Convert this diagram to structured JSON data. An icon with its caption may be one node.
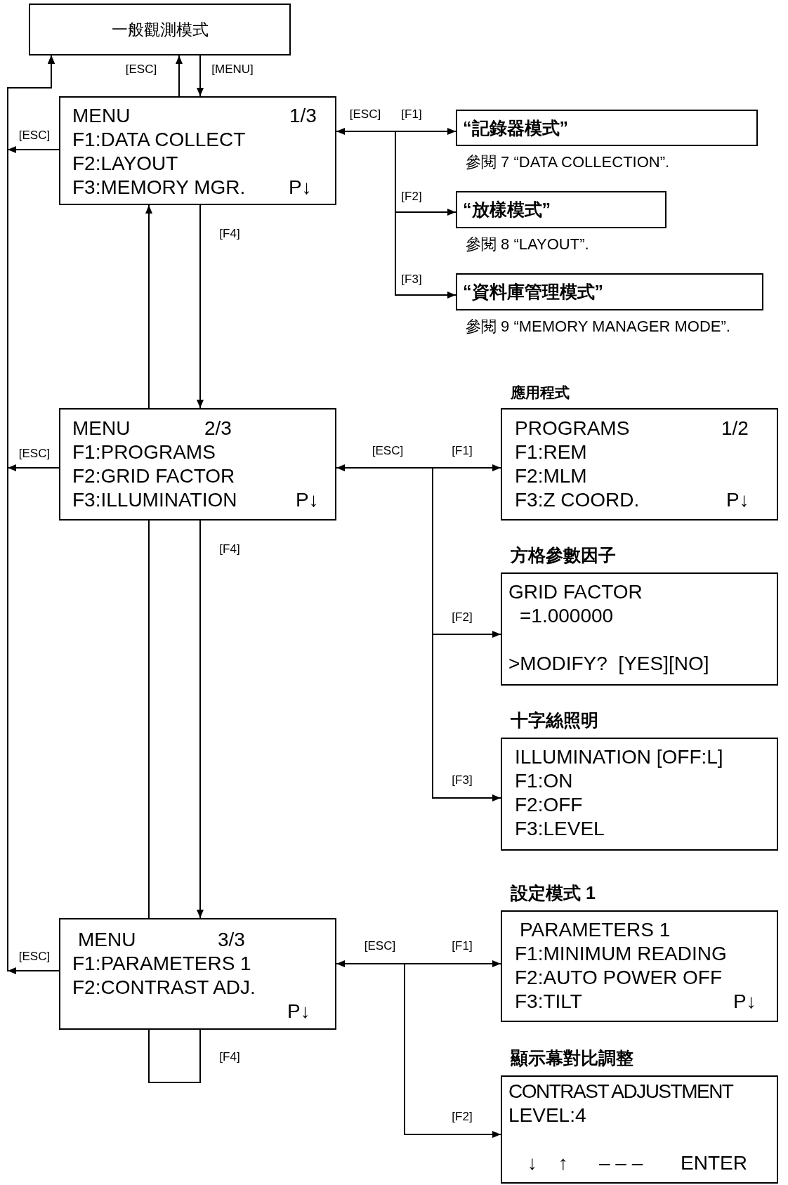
{
  "diagram": {
    "nodes": [
      {
        "text": [
          "一般觀測模式"
        ]
      },
      {
        "text": [
          "MENU",
          "1/3",
          "F1:DATA COLLECT",
          "F2:LAYOUT",
          "F3:MEMORY MGR.",
          "P↓"
        ]
      },
      {
        "text": [
          "“記錄器模式”"
        ],
        "beside": [
          "參閱 7 “DATA COLLECTION”."
        ]
      },
      {
        "text": [
          "“放樣模式”"
        ],
        "beside": [
          "參閱 8 “LAYOUT”."
        ]
      },
      {
        "text": [
          "“資料庫管理模式”"
        ],
        "beside": [
          "參閱 9 “MEMORY MANAGER MODE”."
        ]
      },
      {
        "text": [
          "MENU",
          "2/3",
          "F1:PROGRAMS",
          "F2:GRID FACTOR",
          "F3:ILLUMINATION",
          "P↓"
        ]
      },
      {
        "text": [
          "應用程式",
          "PROGRAMS",
          "1/2",
          "F1:REM",
          "F2:MLM",
          "F3:Z COORD.",
          "P↓"
        ]
      },
      {
        "text": [
          "方格參數因子",
          "GRID FACTOR",
          "=1.000000",
          ">MODIFY?  [YES][NO]"
        ]
      },
      {
        "text": [
          "十字絲照明",
          "ILLUMINATION [OFF:L]",
          "F1:ON",
          "F2:OFF",
          "F3:LEVEL"
        ]
      },
      {
        "text": [
          "MENU",
          "3/3",
          "F1:PARAMETERS 1",
          "F2:CONTRAST ADJ.",
          "P↓"
        ]
      },
      {
        "text": [
          "設定模式 1",
          "PARAMETERS 1",
          "F1:MINIMUM READING",
          "F2:AUTO POWER OFF",
          "F3:TILT",
          "P↓"
        ]
      },
      {
        "text": [
          "顯示幕對比調整",
          "CONTRAST ADJUSTMENT",
          "LEVEL:4",
          "↓",
          "↑",
          "– – –",
          "ENTER"
        ]
      }
    ],
    "edges": [
      {
        "from": 1,
        "to": 0,
        "arrow": "to",
        "label": "[ESC]"
      },
      {
        "from": 0,
        "to": 1,
        "arrow": "to",
        "label": "[MENU]"
      },
      {
        "from": 1,
        "to": 0,
        "arrow": "to",
        "label": "[ESC]"
      },
      {
        "from": 5,
        "to": 0,
        "arrow": "to",
        "label": "[ESC]"
      },
      {
        "from": 9,
        "to": 0,
        "arrow": "to",
        "label": "[ESC]"
      },
      {
        "from": 1,
        "to": 2,
        "arrow": "both",
        "label": "[F1]"
      },
      {
        "from": 1,
        "to": 3,
        "arrow": "to",
        "label": "[F2]"
      },
      {
        "from": 1,
        "to": 4,
        "arrow": "to",
        "label": "[F3]"
      },
      {
        "from": 1,
        "to": 5,
        "arrow": "to",
        "label": "[F4]"
      },
      {
        "from": 5,
        "to": 1,
        "arrow": "to"
      },
      {
        "from": 5,
        "to": 6,
        "arrow": "both",
        "label": "[F1]"
      },
      {
        "from": 5,
        "to": 7,
        "arrow": "to",
        "label": "[F2]"
      },
      {
        "from": 5,
        "to": 8,
        "arrow": "to",
        "label": "[F3]"
      },
      {
        "from": 5,
        "to": 9,
        "arrow": "to",
        "label": "[F4]"
      },
      {
        "from": 9,
        "to": 5,
        "arrow": "none",
        "label": "[F4]"
      },
      {
        "from": 9,
        "to": 10,
        "arrow": "both",
        "label": "[F1]"
      },
      {
        "from": 9,
        "to": 11,
        "arrow": "to",
        "label": "[F2]"
      }
    ],
    "labels": [
      "[ESC]",
      "[ESC]",
      "[ESC]"
    ]
  }
}
